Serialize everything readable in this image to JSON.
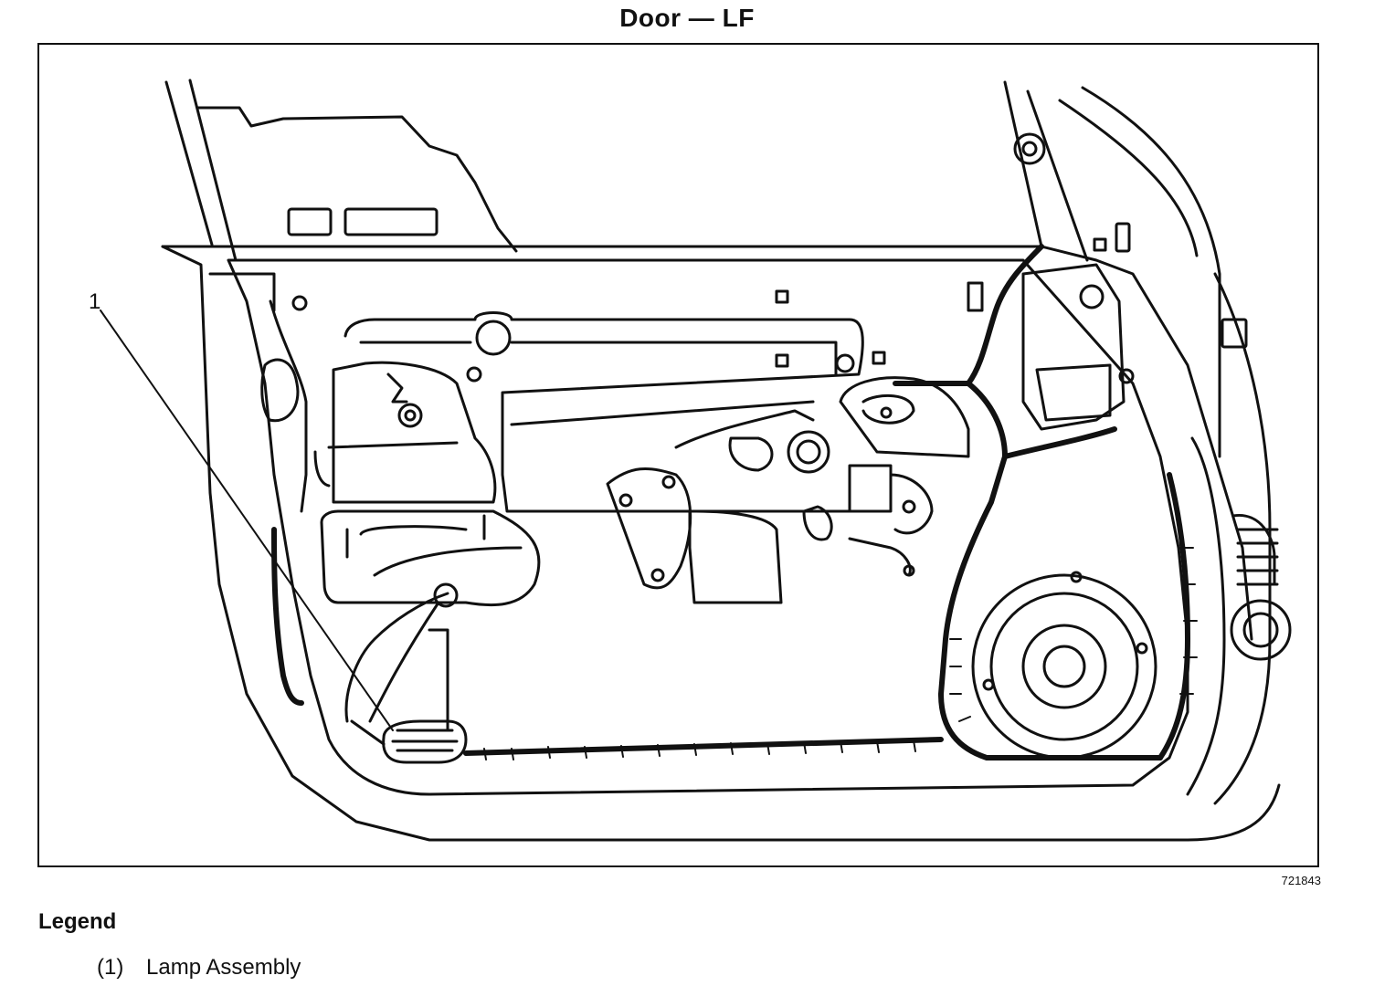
{
  "diagram": {
    "title": "Door — LF",
    "figure_id": "721843",
    "callouts": [
      {
        "number": "1",
        "target": "lamp-assembly"
      }
    ]
  },
  "legend": {
    "title": "Legend",
    "items": [
      {
        "number": "(1)",
        "label": "Lamp Assembly"
      }
    ]
  }
}
